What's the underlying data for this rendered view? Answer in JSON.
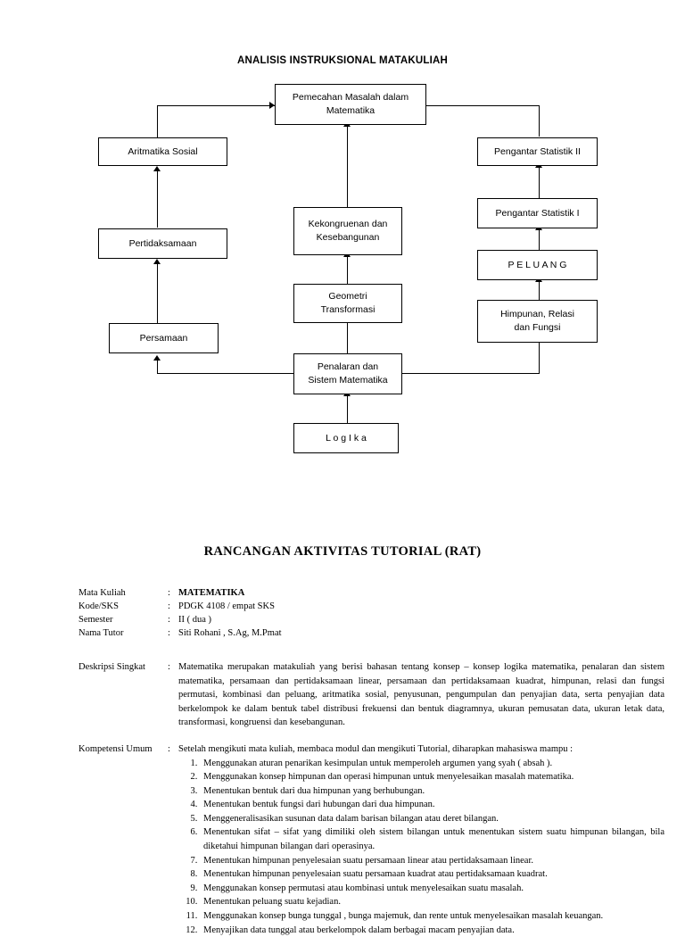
{
  "diagram": {
    "title": "ANALISIS INSTRUKSIONAL MATAKULIAH",
    "nodes": [
      {
        "id": "pemecahan",
        "lines": [
          "Pemecahan Masalah dalam",
          "Matematika"
        ]
      },
      {
        "id": "aritmatika",
        "lines": [
          "Aritmatika Sosial"
        ]
      },
      {
        "id": "statistik2",
        "lines": [
          "Pengantar Statistik II"
        ]
      },
      {
        "id": "kekongruenan",
        "lines": [
          "Kekongruenan dan",
          "Kesebangunan"
        ]
      },
      {
        "id": "statistik1",
        "lines": [
          "Pengantar Statistik I"
        ]
      },
      {
        "id": "pertidaksamaan",
        "lines": [
          "Pertidaksamaan"
        ]
      },
      {
        "id": "peluang",
        "lines": [
          "P E L U A N G"
        ]
      },
      {
        "id": "geometri",
        "lines": [
          "Geometri",
          "Transformasi"
        ]
      },
      {
        "id": "himpunan",
        "lines": [
          "Himpunan, Relasi",
          "dan Fungsi"
        ]
      },
      {
        "id": "persamaan",
        "lines": [
          "Persamaan"
        ]
      },
      {
        "id": "penalaran",
        "lines": [
          "Penalaran dan",
          "Sistem Matematika"
        ]
      },
      {
        "id": "logika",
        "lines": [
          "L o g I k a"
        ]
      }
    ]
  },
  "rat": {
    "title": "RANCANGAN AKTIVITAS TUTORIAL (RAT)",
    "meta": [
      {
        "label": "Mata Kuliah",
        "colon": ":",
        "value": "MATEMATIKA",
        "bold": true
      },
      {
        "label": "Kode/SKS",
        "colon": ":",
        "value": "PDGK  4108 / empat SKS",
        "bold": false
      },
      {
        "label": "Semester",
        "colon": ":",
        "value": "II  ( dua )",
        "bold": false
      },
      {
        "label": "Nama Tutor",
        "colon": ":",
        "value": "Siti Rohani , S.Ag, M.Pmat",
        "bold": false
      }
    ],
    "deskripsi": {
      "label": "Deskripsi Singkat",
      "colon": ":",
      "text": "Matematika merupakan matakuliah yang berisi bahasan tentang konsep – konsep logika matematika, penalaran dan sistem matematika, persamaan dan pertidaksamaan linear, persamaan dan pertidaksamaan kuadrat, himpunan, relasi dan fungsi permutasi, kombinasi dan peluang, aritmatika sosial, penyusunan, pengumpulan dan penyajian data, serta penyajian data berkelompok ke dalam bentuk tabel distribusi frekuensi dan bentuk diagramnya, ukuran pemusatan data, ukuran letak data, transformasi, kongruensi dan kesebangunan."
    },
    "kompetensi": {
      "label": "Kompetensi Umum",
      "colon": ":",
      "intro": "Setelah mengikuti mata kuliah, membaca modul dan mengikuti Tutorial, diharapkan mahasiswa mampu :",
      "items": [
        "Menggunakan aturan penarikan kesimpulan untuk memperoleh argumen yang syah ( absah ).",
        "Menggunakan konsep himpunan dan operasi himpunan untuk menyelesaikan masalah matematika.",
        "Menentukan bentuk dari dua himpunan yang berhubungan.",
        "Menentukan bentuk fungsi dari hubungan dari dua himpunan.",
        "Menggeneralisasikan susunan data dalam barisan bilangan atau deret bilangan.",
        "Menentukan sifat – sifat yang dimiliki oleh sistem bilangan untuk menentukan sistem suatu himpunan bilangan, bila diketahui himpunan bilangan dari  operasinya.",
        "Menentukan himpunan penyelesaian suatu persamaan linear atau pertidaksamaan linear.",
        "Menentukan himpunan penyelesaian suatu persamaan kuadrat atau pertidaksamaan kuadrat.",
        "Menggunakan konsep permutasi atau kombinasi untuk menyelesaikan suatu masalah.",
        "Menentukan peluang suatu kejadian.",
        "Menggunakan konsep bunga tunggal , bunga majemuk, dan rente untuk menyelesaikan masalah keuangan.",
        "Menyajikan data tunggal atau berkelompok dalam berbagai macam penyajian data."
      ]
    }
  }
}
